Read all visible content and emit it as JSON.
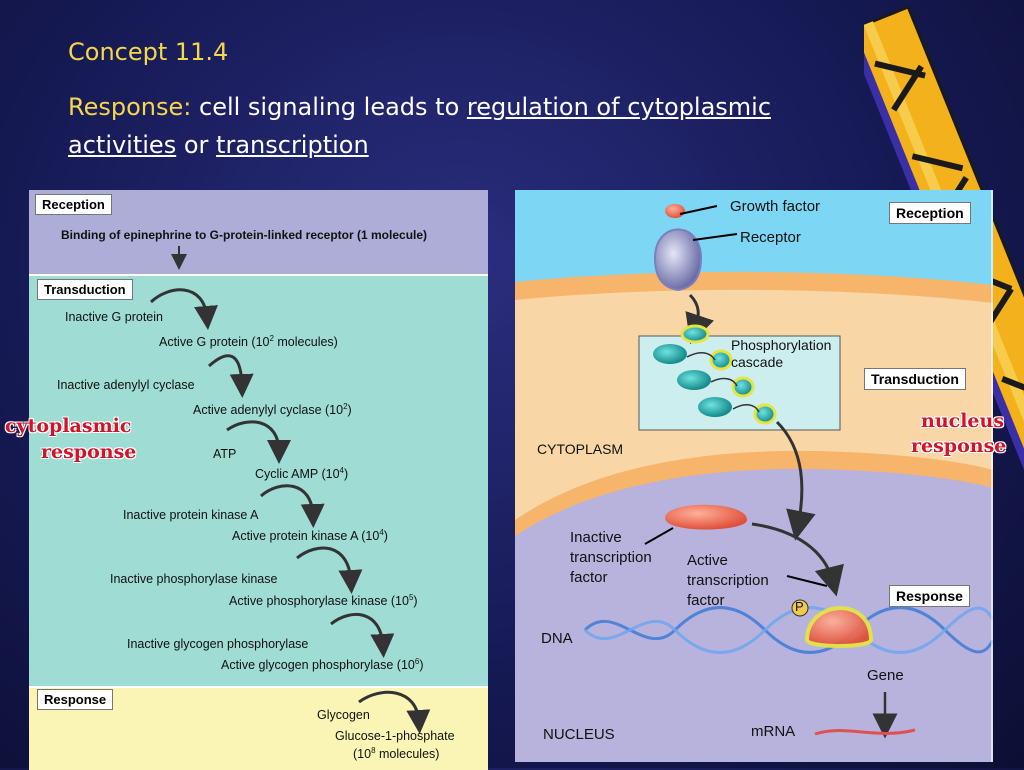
{
  "header": {
    "concept": "Concept 11.4",
    "response_label": "Response:",
    "line_part1": "cell signaling leads to",
    "link1": "regulation of cytoplasmic",
    "link2": "activities",
    "or_word": "or",
    "link3": "transcription"
  },
  "left": {
    "reception_label": "Reception",
    "reception_text": "Binding of epinephrine to G-protein-linked receptor (1 molecule)",
    "transduction_label": "Transduction",
    "steps": [
      {
        "inactive": "Inactive G protein",
        "active": "Active G protein (10",
        "exp": "2",
        "suffix": " molecules)"
      },
      {
        "inactive": "Inactive adenylyl cyclase",
        "active": "Active adenylyl cyclase (10",
        "exp": "2",
        "suffix": ")"
      },
      {
        "inactive": "ATP",
        "active": "Cyclic AMP (10",
        "exp": "4",
        "suffix": ")"
      },
      {
        "inactive": "Inactive protein kinase A",
        "active": "Active protein kinase A (10",
        "exp": "4",
        "suffix": ")"
      },
      {
        "inactive": "Inactive phosphorylase kinase",
        "active": "Active phosphorylase kinase (10",
        "exp": "5",
        "suffix": ")"
      },
      {
        "inactive": "Inactive glycogen phosphorylase",
        "active": "Active glycogen phosphorylase (10",
        "exp": "6",
        "suffix": ")"
      }
    ],
    "response_label": "Response",
    "glycogen": "Glycogen",
    "product_line1": "Glucose-1-phosphate",
    "product_line2_pre": "(10",
    "product_exp": "8",
    "product_line2_post": " molecules)",
    "side_label_1": "cytoplasmic",
    "side_label_2": "response"
  },
  "right": {
    "growth_factor": "Growth factor",
    "receptor": "Receptor",
    "reception_label": "Reception",
    "phosphorylation_1": "Phosphorylation",
    "phosphorylation_2": "cascade",
    "transduction_label": "Transduction",
    "cytoplasm": "CYTOPLASM",
    "inactive_tf_1": "Inactive",
    "inactive_tf_2": "transcription",
    "inactive_tf_3": "factor",
    "active_tf_1": "Active",
    "active_tf_2": "transcription",
    "active_tf_3": "factor",
    "p_label": "P",
    "response_label": "Response",
    "dna": "DNA",
    "gene": "Gene",
    "nucleus": "NUCLEUS",
    "mrna": "mRNA",
    "side_label_1": "nucleus",
    "side_label_2": "response"
  },
  "colors": {
    "background": "#161a55",
    "title_yellow": "#f6d64a",
    "reception_band": "#aeadd8",
    "transduction_band": "#9fdcd4",
    "response_band": "#fbf5b5",
    "side_label_red": "#d0142a"
  }
}
